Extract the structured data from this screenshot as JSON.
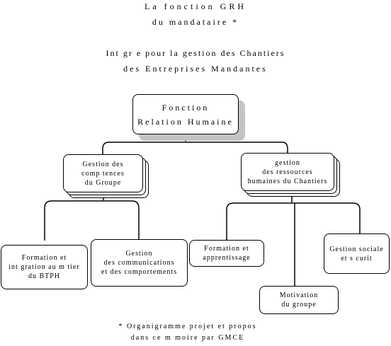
{
  "header": {
    "title_line1": "La fonction GRH",
    "title_line2": "du mandataire *",
    "subtitle_line1": "Int gr e pour la gestion des Chantiers",
    "subtitle_line2": "des Entreprises Mandantes"
  },
  "org_chart": {
    "root": {
      "line1": "Fonction",
      "line2": "Relation Humaine"
    },
    "competences": {
      "line1": "Gestion des",
      "line2": "comp tences",
      "line3": "du Groupe"
    },
    "ressources": {
      "line1": "gestion",
      "line2": "des ressources",
      "line3": "humaines du Chantiers"
    },
    "formation_btph": {
      "line1": "Formation et",
      "line2": "int gration au m tier",
      "line3": "du BTPH"
    },
    "communications": {
      "line1": "Gestion",
      "line2": "des communications",
      "line3": "et des comportements"
    },
    "formation_apprentissage": {
      "line1": "Formation et",
      "line2": "apprentissage"
    },
    "motivation": {
      "line1": "Motivation",
      "line2": "du groupe"
    },
    "sociale": {
      "line1": "Gestion sociale",
      "line2": "et s curit"
    }
  },
  "footer": {
    "line1": "* Organigramme projet  et propos",
    "line2": "dans ce m moire par GMCE"
  }
}
